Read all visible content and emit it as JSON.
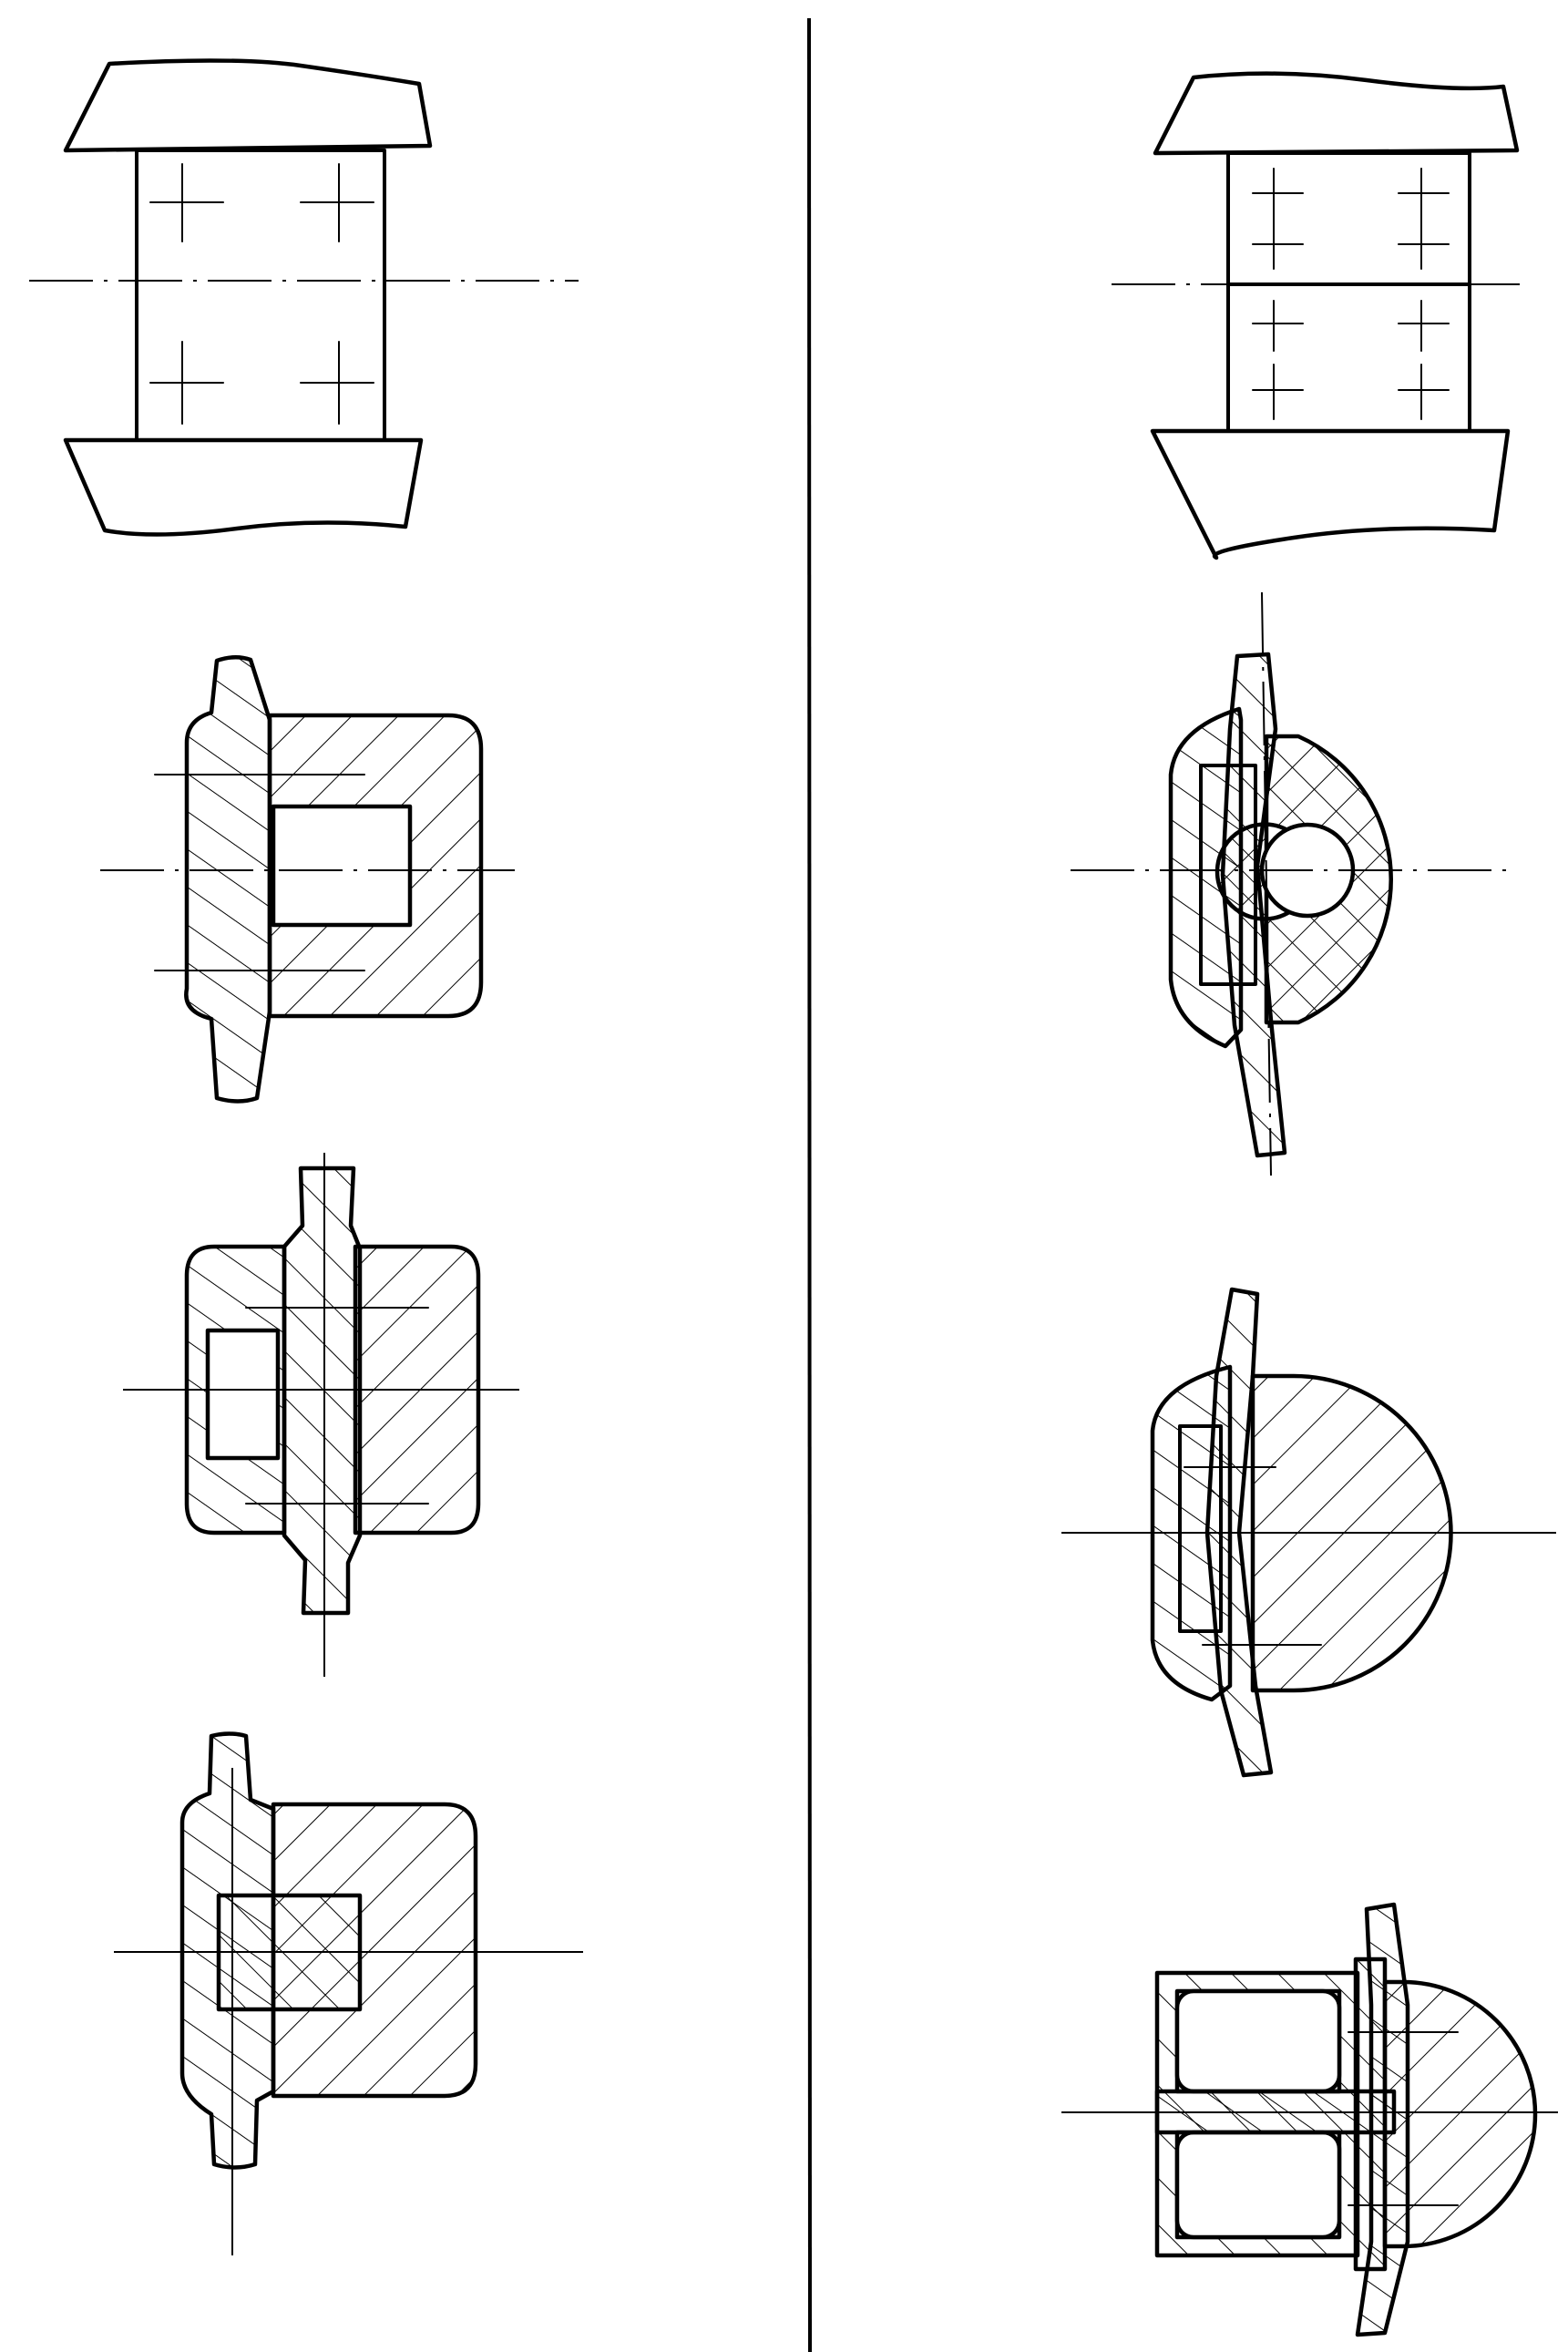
{
  "sheet": {
    "background": "#ffffff",
    "ink": "#000000",
    "columns": [
      "left-column",
      "right-column"
    ]
  },
  "figures": [
    {
      "id": "left-1",
      "icon": "plate-with-four-crosses-view"
    },
    {
      "id": "left-2",
      "icon": "flanged-hub-section-open-right"
    },
    {
      "id": "left-3",
      "icon": "hub-section-with-pocket-left"
    },
    {
      "id": "left-4",
      "icon": "hub-section-with-insert"
    },
    {
      "id": "right-1",
      "icon": "split-plate-with-eight-crosses-view"
    },
    {
      "id": "right-2",
      "icon": "domed-head-section-cross-hatched"
    },
    {
      "id": "right-3",
      "icon": "domed-head-section-single-hatched"
    },
    {
      "id": "right-4",
      "icon": "domed-head-with-housing-section"
    }
  ]
}
